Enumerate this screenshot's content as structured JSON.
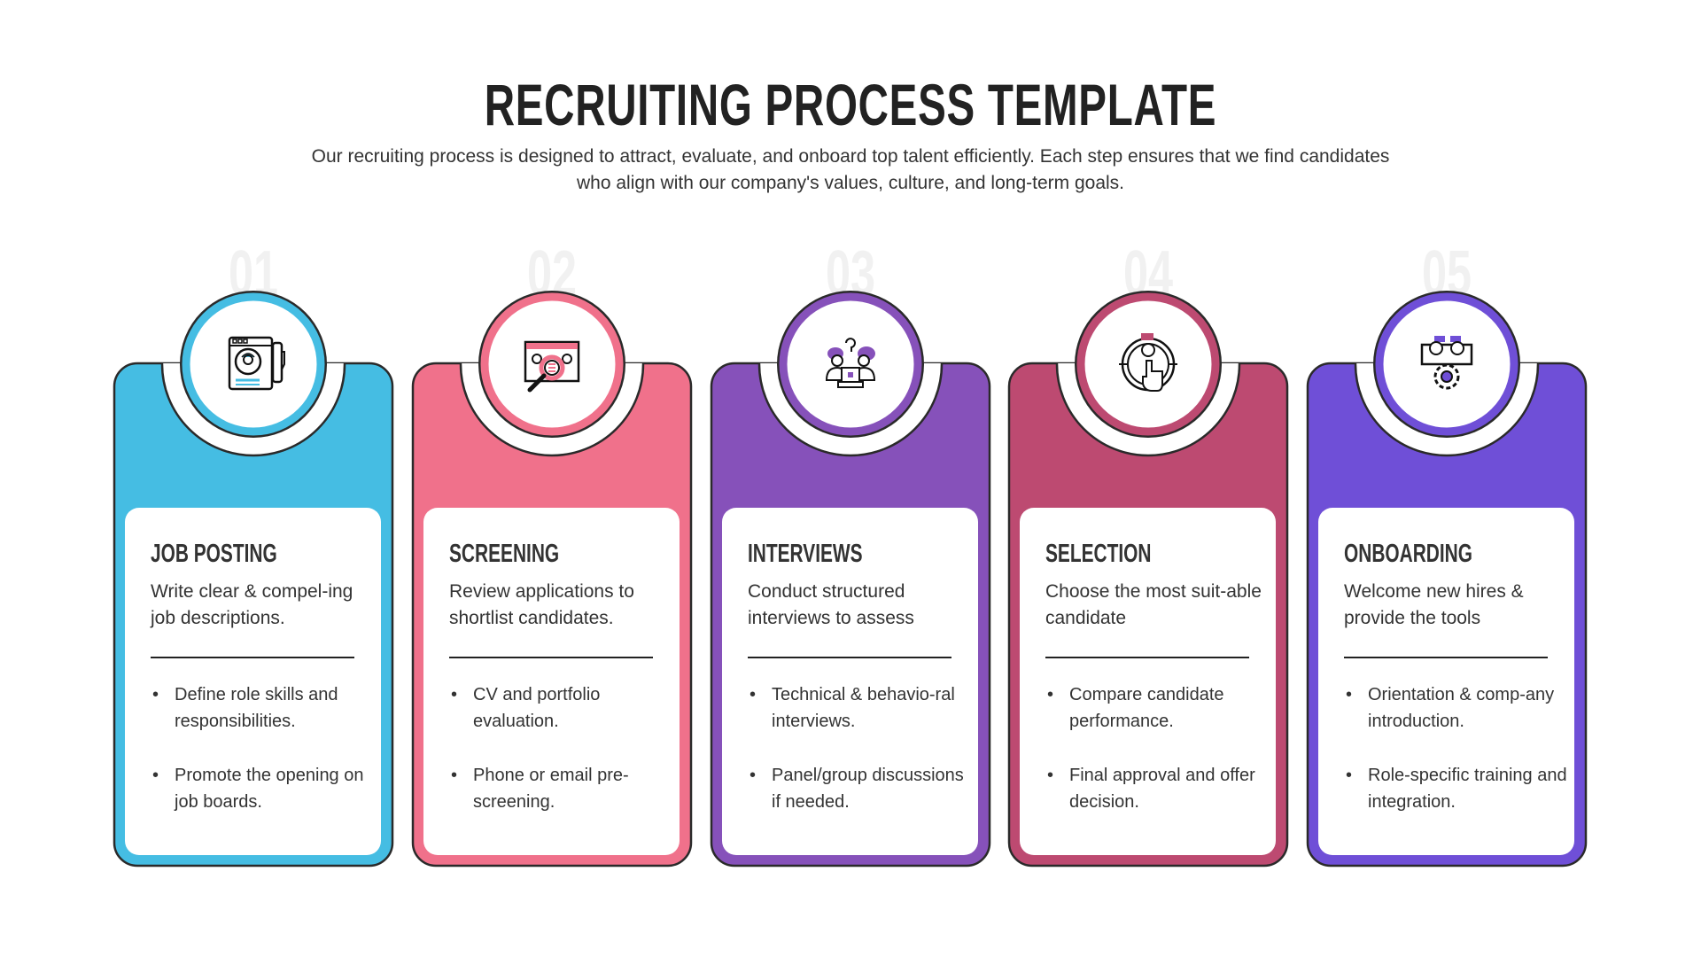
{
  "header": {
    "title": "RECRUITING PROCESS TEMPLATE",
    "subtitle": "Our recruiting process is designed to attract, evaluate, and onboard top talent efficiently. Each step ensures that we find candidates who align with our company's values, culture, and long-term goals."
  },
  "steps": [
    {
      "number": "01",
      "title": "JOB POSTING",
      "description": "Write clear & compel-ing job descriptions.",
      "bullets": [
        "Define role skills and responsibilities.",
        "Promote the opening on job boards."
      ],
      "color": "#45bde3",
      "icon": "job-posting-icon"
    },
    {
      "number": "02",
      "title": "SCREENING",
      "description": "Review applications to shortlist candidates.",
      "bullets": [
        "CV and portfolio evaluation.",
        "Phone or email pre-screening."
      ],
      "color": "#f0718b",
      "icon": "screening-magnifier-icon"
    },
    {
      "number": "03",
      "title": "INTERVIEWS",
      "description": "Conduct structured interviews to assess",
      "bullets": [
        "Technical & behavio-ral interviews.",
        "Panel/group discussions if needed."
      ],
      "color": "#8651ba",
      "icon": "interview-icon"
    },
    {
      "number": "04",
      "title": "SELECTION",
      "description": "Choose the most suit-able candidate",
      "bullets": [
        "Compare candidate performance.",
        "Final approval and offer decision."
      ],
      "color": "#bd4a71",
      "icon": "selection-target-icon"
    },
    {
      "number": "05",
      "title": "ONBOARDING",
      "description": "Welcome new hires & provide the tools",
      "bullets": [
        "Orientation & comp-any introduction.",
        "Role-specific training and integration."
      ],
      "color": "#6f4fd7",
      "icon": "onboarding-team-icon"
    }
  ],
  "bullet_glyph": "•"
}
